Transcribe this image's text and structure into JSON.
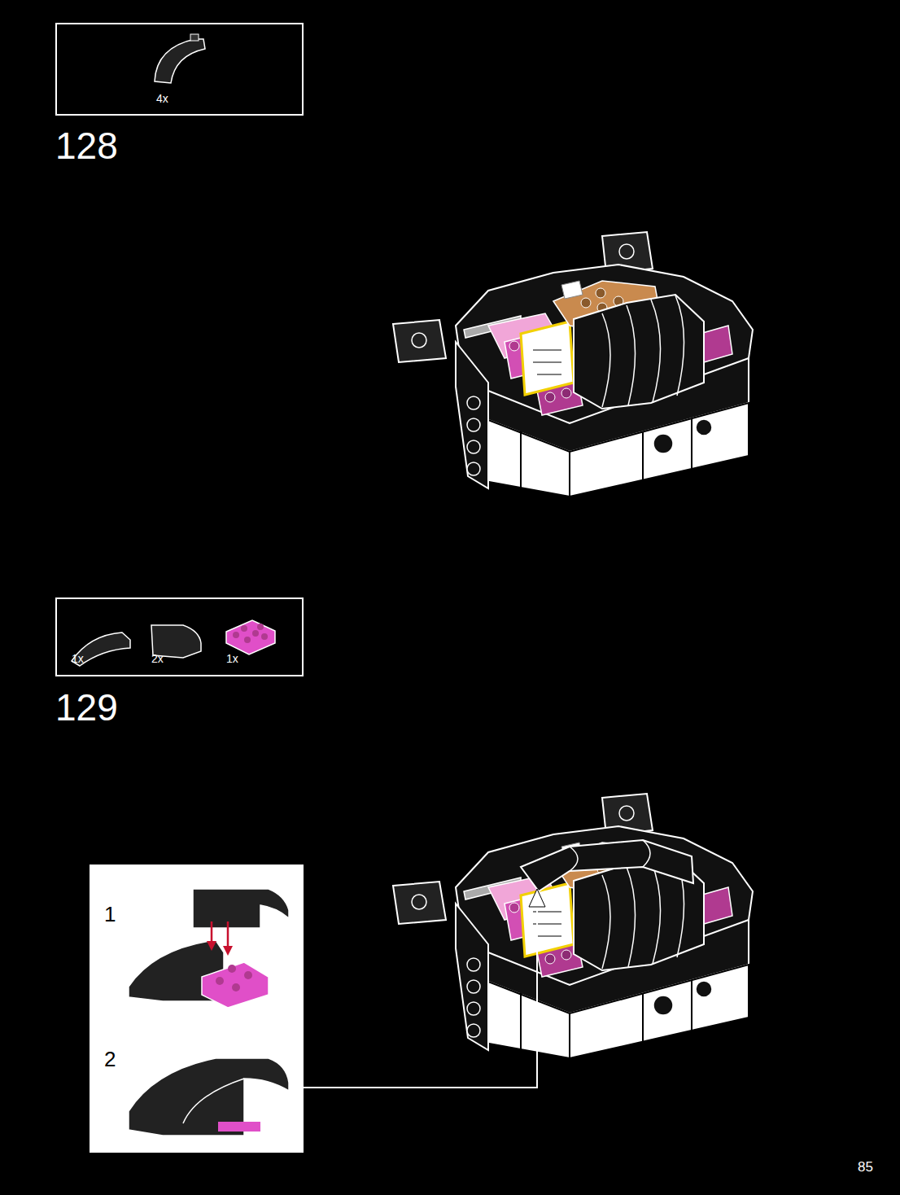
{
  "diagram": {
    "nodes": [
      {
        "text": [
          "4x"
        ]
      },
      {
        "text": [
          "1x",
          "2x",
          "1x"
        ]
      },
      {
        "text": [
          "1",
          "2"
        ]
      }
    ],
    "labels": [
      "128",
      "129",
      "85"
    ]
  }
}
